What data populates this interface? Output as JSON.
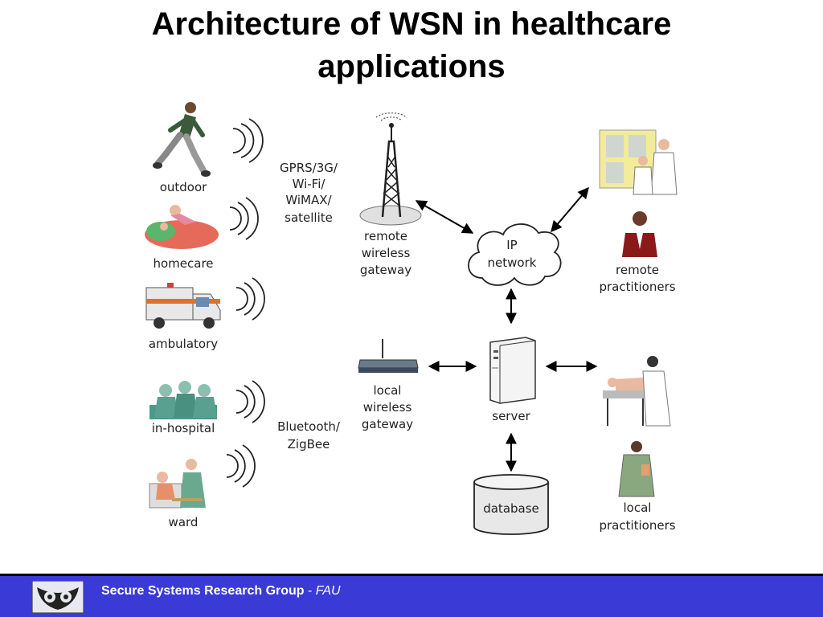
{
  "title_line1": "Architecture of WSN in healthcare",
  "title_line2": "applications",
  "sources": [
    "outdoor",
    "homecare",
    "ambulatory",
    "in-hospital",
    "ward"
  ],
  "links_upper": [
    "GPRS/3G/",
    "Wi-Fi/",
    "WiMAX/",
    "satellite"
  ],
  "links_lower": [
    "Bluetooth/",
    "ZigBee"
  ],
  "remote_gateway": [
    "remote",
    "wireless",
    "gateway"
  ],
  "local_gateway": [
    "local",
    "wireless",
    "gateway"
  ],
  "ip_network": [
    "IP",
    "network"
  ],
  "server": "server",
  "database": "database",
  "remote_practitioners": [
    "remote",
    "practitioners"
  ],
  "local_practitioners": [
    "local",
    "practitioners"
  ],
  "footer": {
    "group": "Secure Systems Research Group",
    "separator": " - ",
    "org": "FAU"
  },
  "colors": {
    "footer_bg": "#3a3ad6",
    "text": "#222222"
  }
}
